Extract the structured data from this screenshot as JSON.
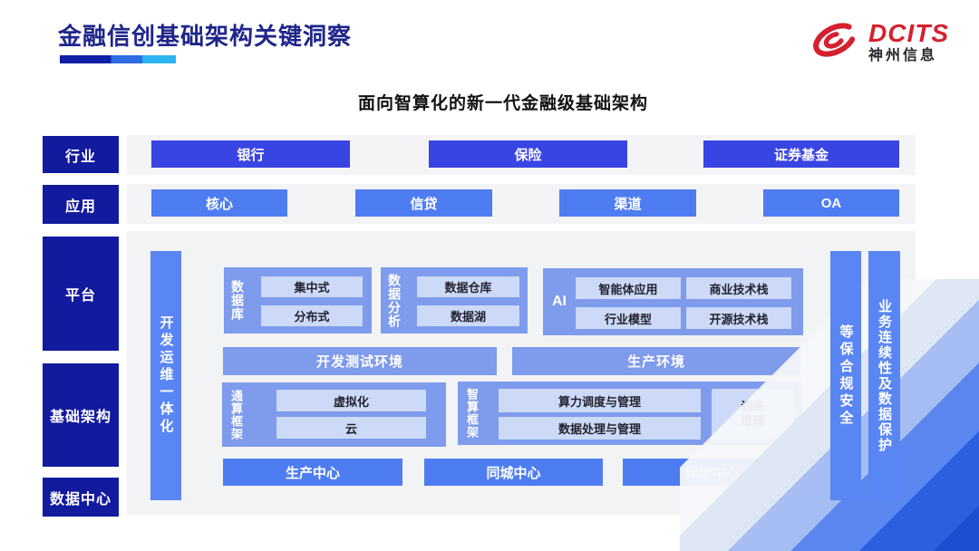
{
  "header": {
    "title": "金融信创基础架构关键洞察",
    "logo_brand": "DCITS",
    "logo_company": "神州信息"
  },
  "diagram": {
    "subtitle": "面向智算化的新一代金融级基础架构",
    "sidebar": {
      "industry": "行业",
      "application": "应用",
      "platform": "平台",
      "infrastructure": "基础架构",
      "datacenter": "数据中心"
    },
    "industry_items": [
      "银行",
      "保险",
      "证券基金"
    ],
    "application_items": [
      "核心",
      "信贷",
      "渠道",
      "OA"
    ],
    "devops_bar": "开发运维一体化",
    "groups": {
      "database": {
        "label": "数据库",
        "items": [
          "集中式",
          "分布式"
        ]
      },
      "analytics": {
        "label": "数据分析",
        "items": [
          "数据仓库",
          "数据湖"
        ]
      },
      "ai": {
        "label": "AI",
        "items": [
          "智能体应用",
          "商业技术栈",
          "行业模型",
          "开源技术栈"
        ]
      }
    },
    "environments": [
      "开发测试环境",
      "生产环境"
    ],
    "frameworks": {
      "general": {
        "label": "通算框架",
        "items": [
          "虚拟化",
          "云"
        ]
      },
      "intelligent": {
        "label": "智算框架",
        "items": [
          "算力调度与管理",
          "数据处理与管理"
        ],
        "side_item_line1": "训练",
        "side_item_line2": "推理"
      }
    },
    "centers": [
      "生产中心",
      "同城中心",
      "异地中心"
    ],
    "right_bars": [
      "等保合规安全",
      "业务连续性及数据保护"
    ]
  },
  "colors": {
    "navy": "#121a9e",
    "primary_blue": "#3945e2",
    "mid_blue": "#4e7df2",
    "bar_blue": "#5a86f4",
    "group_blue": "#7e9bec",
    "chip_blue": "#ccdaf8",
    "brand_red": "#d5212e"
  }
}
